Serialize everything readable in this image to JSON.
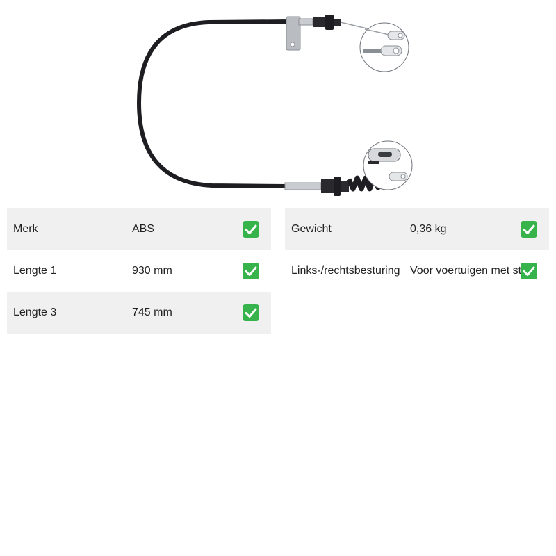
{
  "colors": {
    "row_shade": "#f0f0f0",
    "check_green": "#36b34a",
    "cable_black": "#1e1e22"
  },
  "product_image": {
    "icon": "clutch-cable-icon"
  },
  "specs_left": [
    {
      "label": "Merk",
      "value": "ABS",
      "icon": "check-icon"
    },
    {
      "label": "Lengte 1",
      "value": "930 mm",
      "icon": "check-icon"
    },
    {
      "label": "Lengte 3",
      "value": "745 mm",
      "icon": "check-icon"
    }
  ],
  "specs_right": [
    {
      "label": "Gewicht",
      "value": "0,36 kg",
      "icon": "check-icon"
    },
    {
      "label": "Links-/rechtsbesturing",
      "value": "Voor voertuigen met stuur",
      "icon": "check-icon"
    }
  ]
}
